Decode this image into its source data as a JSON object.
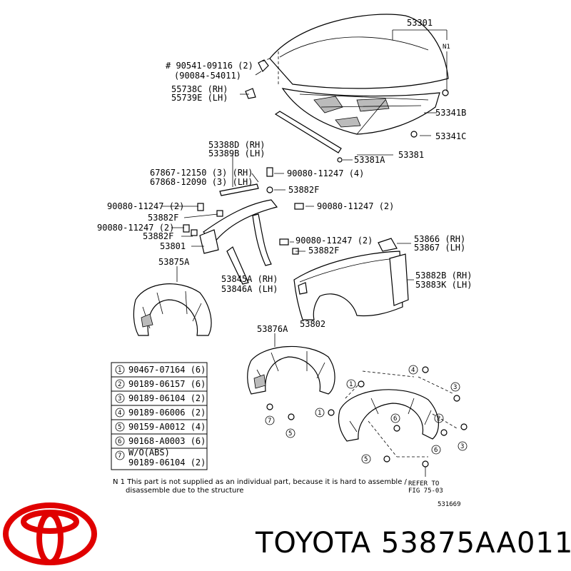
{
  "labels": {
    "p53301": "53301",
    "n1": "N1",
    "p90541": "# 90541-09116 (2)",
    "p90084": "(90084-54011)",
    "p55738c": "55738C (RH)",
    "p55739e": "55739E (LH)",
    "p53341b": "53341B",
    "p53341c": "53341C",
    "p53381a": "53381A",
    "p53381": "53381",
    "p53388d": "53388D (RH)",
    "p53389b": "53389B (LH)",
    "p67867": "67867-12150 (3) (RH)",
    "p67868": "67868-12090 (3) (LH)",
    "p90080_4": "90080-11247 (4)",
    "p53882f_a": "53882F",
    "p90080_2a": "90080-11247 (2)",
    "p90080_2b": "90080-11247 (2)",
    "p53882f_b": "53882F",
    "p90080_2c": "90080-11247 (2)",
    "p53882f_c": "53882F",
    "p53801": "53801",
    "p90080_2d": "90080-11247 (2)",
    "p53882f_d": "53882F",
    "p53866": "53866 (RH)",
    "p53867": "53867 (LH)",
    "p53875a": "53875A",
    "p53845a": "53845A (RH)",
    "p53846a": "53846A (LH)",
    "p53882b": "53882B (RH)",
    "p53883k": "53883K (LH)",
    "p53802": "53802",
    "p53876a": "53876A",
    "refer": "REFER TO",
    "fig": "FIG 75-03",
    "figno": "531669"
  },
  "fasteners": [
    {
      "num": "1",
      "code": "90467-07164 (6)"
    },
    {
      "num": "2",
      "code": "90189-06157 (6)"
    },
    {
      "num": "3",
      "code": "90189-06104 (2)"
    },
    {
      "num": "4",
      "code": "90189-06006 (2)"
    },
    {
      "num": "5",
      "code": "90159-A0012 (4)"
    },
    {
      "num": "6",
      "code": "90168-A0003 (6)"
    },
    {
      "num": "7",
      "sub": "W/O(ABS)",
      "code": "90189-06104 (2)"
    }
  ],
  "note": {
    "line1": "N 1  This part is not supplied as an individual part, because it is hard to assemble /",
    "line2": "disassemble due to the structure"
  },
  "brand": {
    "text": "TOYOTA 53875AA011",
    "logo_color": "#e00000"
  }
}
